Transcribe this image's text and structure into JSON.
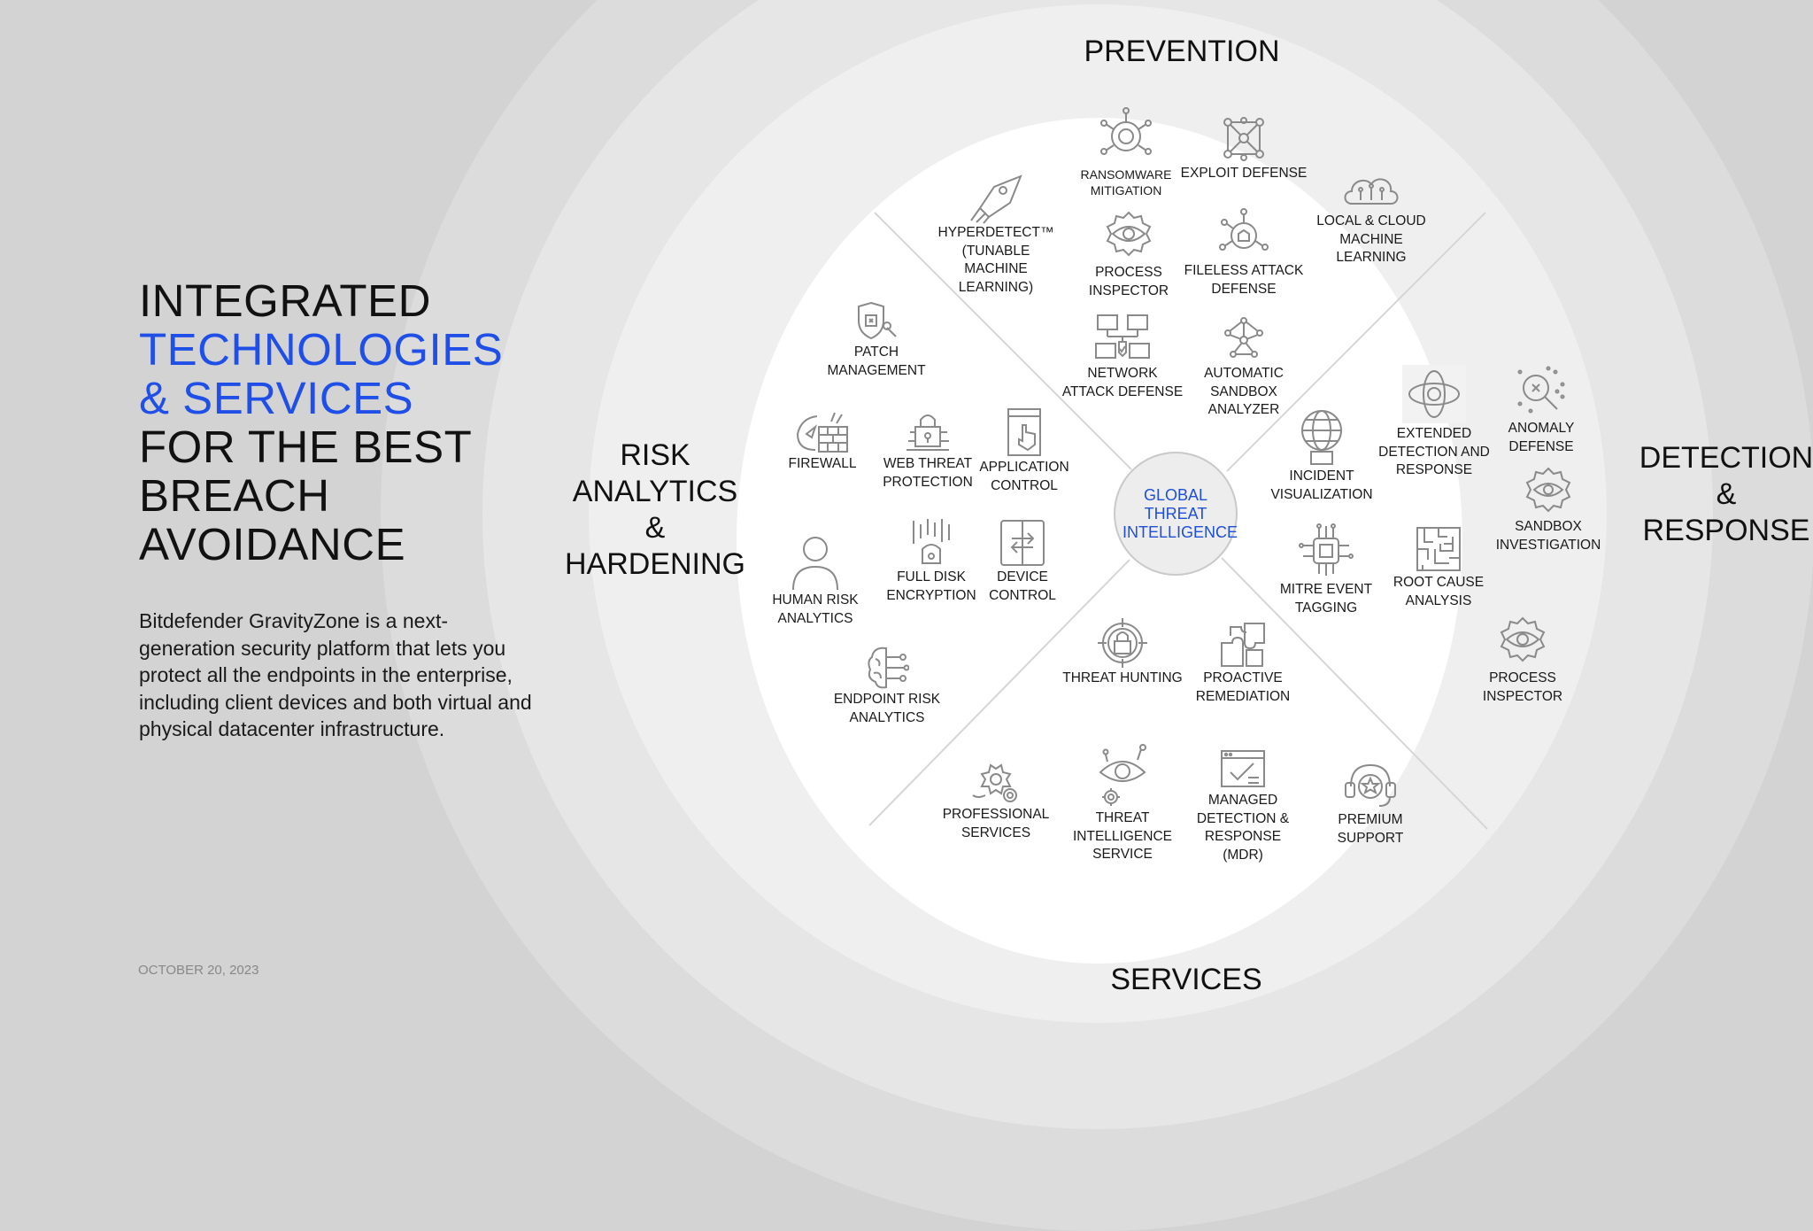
{
  "title": {
    "line1": "INTEGRATED",
    "line2": "TECHNOLOGIES",
    "line3": "& SERVICES",
    "line4": "FOR THE BEST",
    "line5": "BREACH",
    "line6": "AVOIDANCE"
  },
  "description": "Bitdefender GravityZone is a next-generation security platform that lets you protect all the endpoints in the enterprise, including client devices and both virtual and physical datacenter infrastructure.",
  "date": "OCTOBER 20, 2023",
  "sections": {
    "prevention": "PREVENTION",
    "services": "SERVICES",
    "risk": "RISK\nANALYTICS\n&\nHARDENING",
    "detection": "DETECTION\n&\nRESPONSE"
  },
  "center": "GLOBAL THREAT INTELLIGENCE",
  "colors": {
    "accent": "#1f4fe6",
    "icon": "#8a8a8a"
  },
  "items": {
    "ransomware": {
      "label": "RANSOMWARE\nMITIGATION",
      "icon": "ransomware-icon"
    },
    "exploit": {
      "label": "EXPLOIT DEFENSE",
      "icon": "exploit-icon"
    },
    "local_cloud_ml": {
      "label": "LOCAL & CLOUD\nMACHINE\nLEARNING",
      "icon": "cloud-ml-icon"
    },
    "hyperdetect": {
      "label": "HYPERDETECT™\n(TUNABLE MACHINE\nLEARNING)",
      "icon": "rocket-icon"
    },
    "process_inspector_prev": {
      "label": "PROCESS\nINSPECTOR",
      "icon": "eye-gear-icon"
    },
    "fileless": {
      "label": "FILELESS ATTACK\nDEFENSE",
      "icon": "fileless-icon"
    },
    "network_attack": {
      "label": "NETWORK\nATTACK DEFENSE",
      "icon": "network-icon"
    },
    "auto_sandbox": {
      "label": "AUTOMATIC\nSANDBOX\nANALYZER",
      "icon": "sandbox-icon"
    },
    "patch": {
      "label": "PATCH\nMANAGEMENT",
      "icon": "patch-shield-icon"
    },
    "firewall": {
      "label": "FIREWALL",
      "icon": "firewall-icon"
    },
    "web_threat": {
      "label": "WEB THREAT\nPROTECTION",
      "icon": "web-lock-icon"
    },
    "app_control": {
      "label": "APPLICATION\nCONTROL",
      "icon": "app-control-icon"
    },
    "human_risk": {
      "label": "HUMAN RISK\nANALYTICS",
      "icon": "person-icon"
    },
    "full_disk": {
      "label": "FULL DISK\nENCRYPTION",
      "icon": "encryption-icon"
    },
    "device_control": {
      "label": "DEVICE\nCONTROL",
      "icon": "devices-icon"
    },
    "endpoint_risk": {
      "label": "ENDPOINT RISK\nANALYTICS",
      "icon": "brain-icon"
    },
    "incident_vis": {
      "label": "INCIDENT\nVISUALIZATION",
      "icon": "globe-chart-icon"
    },
    "edr": {
      "label": "EXTENDED\nDETECTION AND\nRESPONSE",
      "icon": "xdr-icon"
    },
    "anomaly": {
      "label": "ANOMALY DEFENSE",
      "icon": "anomaly-icon"
    },
    "sandbox_inv": {
      "label": "SANDBOX\nINVESTIGATION",
      "icon": "sandbox-eye-icon"
    },
    "mitre": {
      "label": "MITRE EVENT\nTAGGING",
      "icon": "chip-icon"
    },
    "root_cause": {
      "label": "ROOT CAUSE\nANALYSIS",
      "icon": "maze-icon"
    },
    "process_inspector_det": {
      "label": "PROCESS\nINSPECTOR",
      "icon": "eye-gear-icon"
    },
    "threat_hunting": {
      "label": "THREAT HUNTING",
      "icon": "crosshair-lock-icon"
    },
    "proactive": {
      "label": "PROACTIVE\nREMEDIATION",
      "icon": "puzzle-icon"
    },
    "professional": {
      "label": "PROFESSIONAL\nSERVICES",
      "icon": "gears-icon"
    },
    "threat_intel": {
      "label": "THREAT\nINTELLIGENCE\nSERVICE",
      "icon": "eye-network-icon"
    },
    "mdr": {
      "label": "MANAGED\nDETECTION &\nRESPONSE\n(MDR)",
      "icon": "checklist-icon"
    },
    "premium": {
      "label": "PREMIUM SUPPORT",
      "icon": "headset-star-icon"
    }
  }
}
